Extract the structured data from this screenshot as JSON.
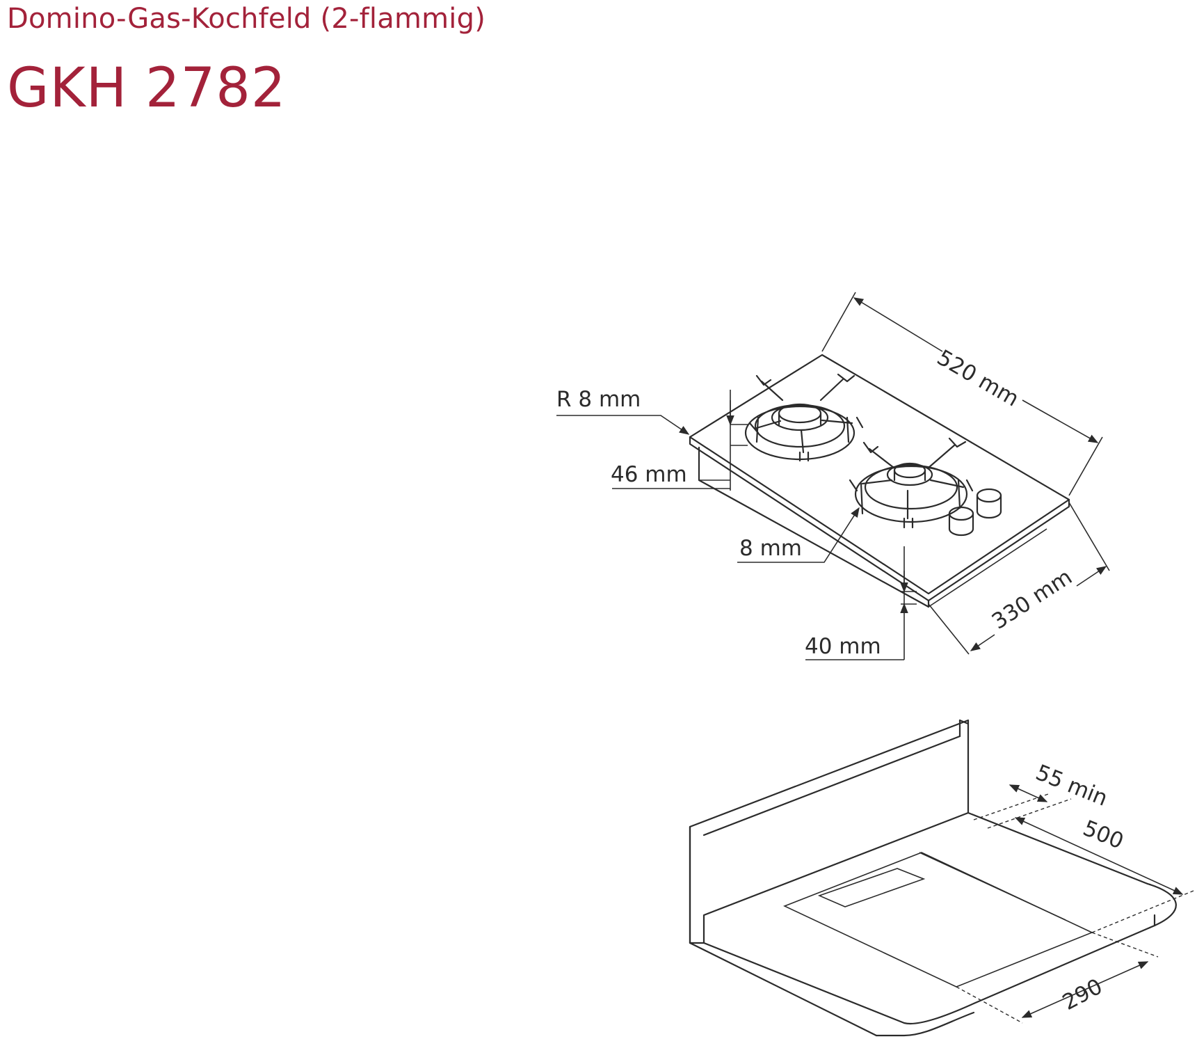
{
  "header": {
    "subtitle": "Domino-Gas-Kochfeld (2-flammig)",
    "model": "GKH 2782"
  },
  "colors": {
    "accent": "#a3223a",
    "line": "#2b2b2b"
  },
  "drawing_top": {
    "dimensions": {
      "width": "520 mm",
      "depth": "330 mm",
      "corner_radius": "R 8 mm",
      "height_total": "46 mm",
      "glass": "8 mm",
      "cutout_depth": "40 mm"
    }
  },
  "drawing_bottom": {
    "dimensions": {
      "wall_distance": "55 min",
      "cutout_width": "500",
      "cutout_depth": "290"
    }
  }
}
